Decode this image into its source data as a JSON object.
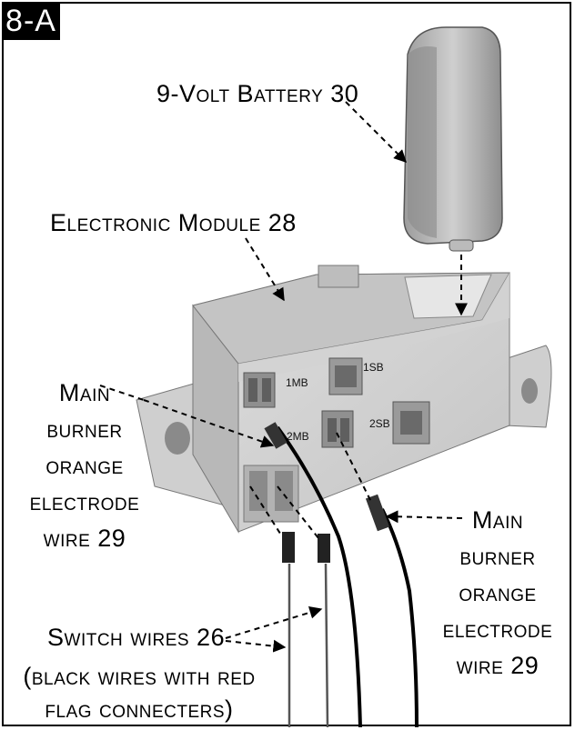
{
  "figure": {
    "tag": "8-A",
    "battery_label": "9-Volt Battery 30",
    "module_label": "Electronic Module 28",
    "left_wire_label": [
      "Main",
      "burner",
      "orange",
      "electrode",
      "wire 29"
    ],
    "right_wire_label": [
      "Main",
      "burner",
      "orange",
      "electrode",
      "wire 29"
    ],
    "switch_label": "Switch wires 26",
    "switch_note": [
      "(black wires with red",
      "flag connecters)"
    ],
    "ports": [
      "1MB",
      "1SB",
      "2MB",
      "2SB"
    ]
  },
  "colors": {
    "line": "#000000",
    "module_face": "#d8d8d8",
    "module_top": "#c8c8c8",
    "module_dark": "#9a9a9a",
    "battery": "#b9b9b9"
  }
}
